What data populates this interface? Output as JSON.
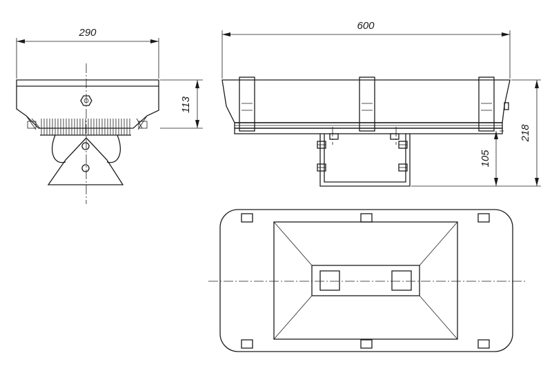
{
  "dimensions": {
    "front_width": "290",
    "front_height": "113",
    "side_length": "600",
    "side_total_height": "218",
    "bracket_height": "105"
  }
}
